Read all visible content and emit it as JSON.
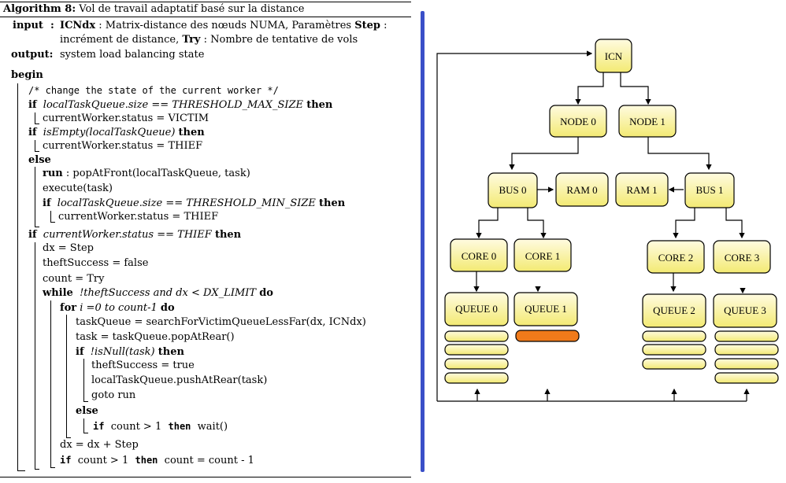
{
  "algorithm": {
    "header_label": "Algorithm 8:",
    "header_title": "Vol de travail adaptatif basé sur la distance",
    "input_kw": "input",
    "input_text1_bold": "ICNdx",
    "input_text1_a": " : Matrix-distance des nœuds NUMA, Paramètres ",
    "input_text1_bold2": "Step",
    "input_text1_b": " :",
    "input_text2_a": "incrément de distance, ",
    "input_text2_bold": "Try",
    "input_text2_b": " : Nombre de tentative de vols",
    "output_kw": "output:",
    "output_text": "system load balancing state",
    "begin_kw": "begin",
    "comment": "/* change the state of the current worker */",
    "l_if1_kw": "if",
    "l_if1_cond": "localTaskQueue.size == THRESHOLD_MAX_SIZE",
    "then_kw": "then",
    "l_victim": "currentWorker.status = VICTIM",
    "l_if2_cond": "isEmpty(localTaskQueue)",
    "l_thief1": "currentWorker.status = THIEF",
    "else_kw": "else",
    "run_kw": "run",
    "l_run_text": " : popAtFront(localTaskQueue, task)",
    "l_execute": "execute(task)",
    "l_if3_cond": "localTaskQueue.size == THRESHOLD_MIN_SIZE",
    "l_thief2": "currentWorker.status = THIEF",
    "l_if4_cond": "currentWorker.status == THIEF",
    "l_dx": "dx = Step",
    "l_theft": "theftSuccess = false",
    "l_count": "count = Try",
    "while_kw": "while",
    "l_while_cond": "!theftSuccess and dx < DX_LIMIT",
    "do_kw": "do",
    "for_kw": "for",
    "l_for_cond": "i =0 to count-1",
    "l_taskqueue": "taskQueue = searchForVictimQueueLessFar(dx, ICNdx)",
    "l_task": "task = taskQueue.popAtRear()",
    "l_if5_cond": "!isNull(task)",
    "l_theft_true": "theftSuccess = true",
    "l_push": "localTaskQueue.pushAtRear(task)",
    "l_goto": "goto run",
    "l_if6_text": "count > 1",
    "l_wait": "wait()",
    "l_dxinc": "dx = dx + Step",
    "l_if7_text": "count > 1",
    "l_count_dec": "count = count - 1"
  },
  "diagram": {
    "icn": "ICN",
    "node0": "NODE 0",
    "node1": "NODE 1",
    "bus0": "BUS 0",
    "bus1": "BUS 1",
    "ram0": "RAM 0",
    "ram1": "RAM 1",
    "core0": "CORE 0",
    "core1": "CORE 1",
    "core2": "CORE 2",
    "core3": "CORE 3",
    "queue0": "QUEUE 0",
    "queue1": "QUEUE 1",
    "queue2": "QUEUE 2",
    "queue3": "QUEUE 3",
    "colors": {
      "box_fill_top": "#fffbe0",
      "box_fill_bottom": "#f3ea73",
      "empty_slot": "#f07a1a",
      "separator": "#3a4fc8"
    }
  }
}
